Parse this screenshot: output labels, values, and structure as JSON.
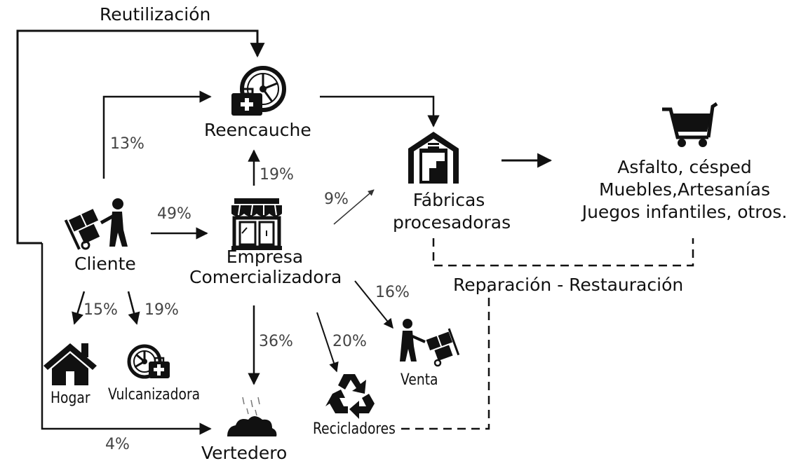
{
  "nodes": {
    "reencauche": "Reencauche",
    "cliente": "Cliente",
    "empresa_line1": "Empresa",
    "empresa_line2": "Comercializadora",
    "fabricas_line1": "Fábricas",
    "fabricas_line2": "procesadoras",
    "productos_line1": "Asfalto, césped",
    "productos_line2": "Muebles,Artesanías",
    "productos_line3": "Juegos infantiles, otros.",
    "hogar": "Hogar",
    "vulcanizadora": "Vulcanizadora",
    "vertedero": "Vertedero",
    "recicladores": "Recicladores",
    "venta": "Venta"
  },
  "flow_labels": {
    "reutilizacion": "Reutilización",
    "reparacion": "Reparación - Restauración"
  },
  "percentages": {
    "cliente_reencauche": "13%",
    "empresa_reencauche": "19%",
    "cliente_empresa": "49%",
    "empresa_fabricas": "9%",
    "empresa_venta": "16%",
    "cliente_hogar": "15%",
    "cliente_vulcanizadora": "19%",
    "empresa_vertedero": "36%",
    "empresa_recicladores": "20%",
    "cliente_vertedero": "4%"
  },
  "icons": [
    "tire-repair-icon",
    "person-hand-truck-icon",
    "storefront-icon",
    "factory-icon",
    "shopping-cart-icon",
    "house-icon",
    "tire-repair-icon",
    "landfill-icon",
    "recycle-icon",
    "person-hand-truck-icon"
  ]
}
